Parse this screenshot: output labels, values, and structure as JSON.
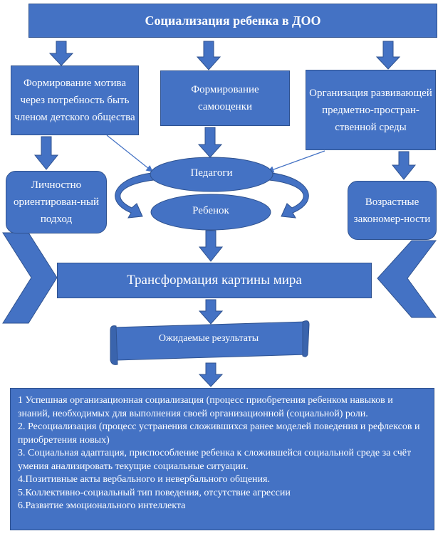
{
  "title": "Социализация ребенка в ДОО",
  "top_boxes": {
    "motive": "Формирование мотива через потребность быть членом детского общества",
    "selfesteem": "Формирование самооценки",
    "environment": "Организация развивающей предметно-простран-ственной среды"
  },
  "side_boxes": {
    "personal": "Личностно ориентирован-ный подход",
    "age": "Возрастные закономер-ности"
  },
  "ellipses": {
    "teachers": "Педагоги",
    "child": "Ребенок"
  },
  "transformation": "Трансформация картины мира",
  "expected_results": "Ожидаемые результаты",
  "results": [
    "1 Успешная организационная социализация (процесс приобретения ребенком навыков и знаний, необходимых для выполнения своей организационной (социальной) роли.",
    "2. Ресоциализация (процесс устранения сложившихся ранее моделей поведения и рефлексов и приобретения новых)",
    "3. Социальная адаптация,  приспособление ребенка к сложившейся социальной среде за счёт умения анализировать текущие социальные ситуации.",
    "4.Позитивные акты вербального и невербального общения.",
    "5.Коллективно-социальный тип поведения, отсутствие агрессии",
    "6.Развитие  эмоционального интеллекта"
  ],
  "colors": {
    "fill": "#4472c4",
    "border": "#2f528f",
    "text": "#ffffff"
  }
}
